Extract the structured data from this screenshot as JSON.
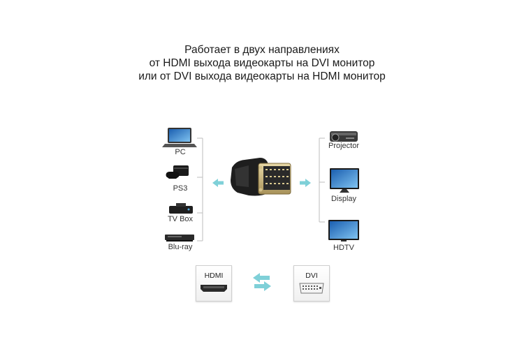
{
  "heading": {
    "line1": "Работает в двух направлениях",
    "line2": "от HDMI выхода видеокарты на DVI монитор",
    "line3": "или от DVI выхода видеокарты на HDMI монитор"
  },
  "sources": [
    {
      "label": "PC",
      "icon": "laptop-icon"
    },
    {
      "label": "PS3",
      "icon": "game-console-icon"
    },
    {
      "label": "TV Box",
      "icon": "tv-box-icon"
    },
    {
      "label": "Blu-ray",
      "icon": "blu-ray-player-icon"
    }
  ],
  "displays": [
    {
      "label": "Projector",
      "icon": "projector-icon"
    },
    {
      "label": "Display",
      "icon": "monitor-icon"
    },
    {
      "label": "HDTV",
      "icon": "tv-icon"
    }
  ],
  "ports": {
    "hdmi_label": "HDMI",
    "dvi_label": "DVI"
  },
  "colors": {
    "arrow": "#7fd0d8",
    "lines": "#bdbdbd"
  }
}
